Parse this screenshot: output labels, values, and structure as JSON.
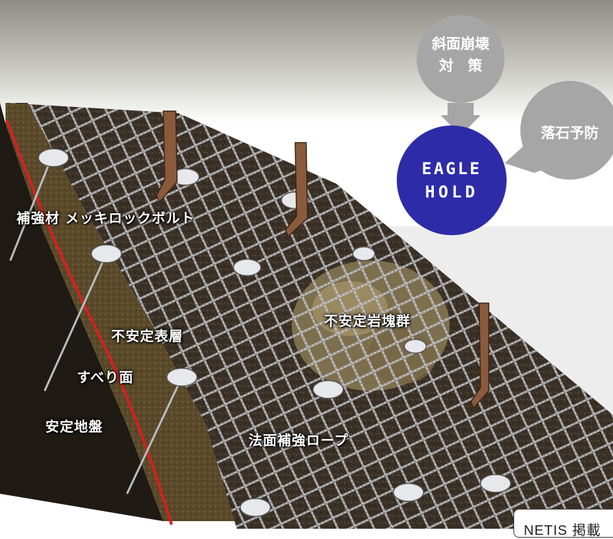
{
  "bubbles": {
    "slope": "斜面崩壊\n対　策",
    "rockfall": "落石予防",
    "brand_line1": "EAGLE",
    "brand_line2": "HOLD"
  },
  "labels": {
    "bolt": "補強材 メッキロックボルト",
    "rocks": "不安定岩塊群",
    "surface": "不安定表層",
    "slip": "すべり面",
    "ground": "安定地盤",
    "rope": "法面補強ロープ"
  },
  "badge": "NETIS 掲載",
  "colors": {
    "bubble_gray": "#a6a6a6",
    "brand_blue": "#2e2ba8",
    "slip_line": "#d62020",
    "panel_gray": "#ededed"
  }
}
